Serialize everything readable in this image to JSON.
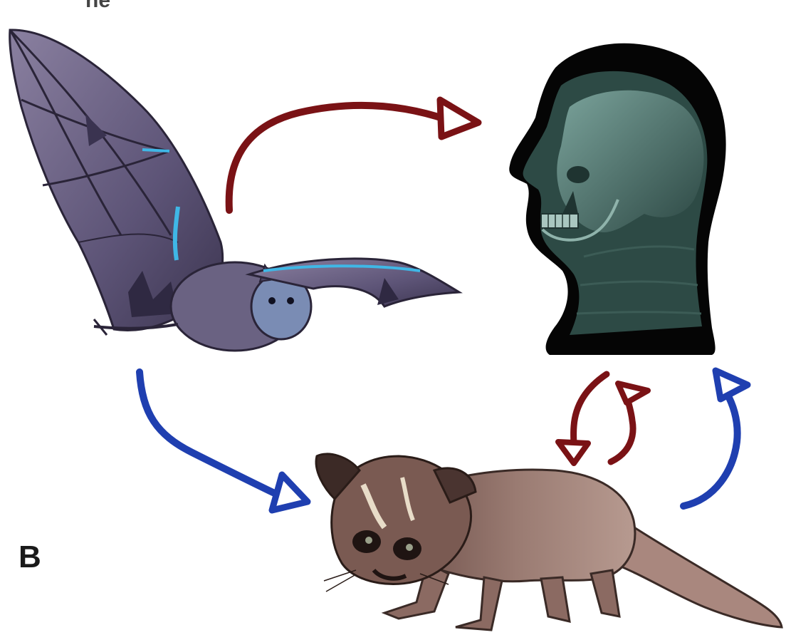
{
  "figure": {
    "panel_label": "B",
    "top_fragment_text": "ne"
  },
  "nodes": [
    {
      "id": "bat",
      "icon": "bat-icon"
    },
    {
      "id": "human",
      "icon": "human-head-skull-icon"
    },
    {
      "id": "civet",
      "icon": "civet-icon"
    }
  ],
  "edges": [
    {
      "from": "bat",
      "to": "human",
      "color": "#7a1215"
    },
    {
      "from": "bat",
      "to": "civet",
      "color": "#1f3fb0"
    },
    {
      "from": "civet",
      "to": "human",
      "color": "#1f3fb0"
    },
    {
      "from": "civet",
      "to": "human",
      "color": "#7a1215"
    },
    {
      "from": "human",
      "to": "civet",
      "color": "#7a1215"
    }
  ],
  "colors": {
    "red_arrow": "#7a1215",
    "blue_arrow": "#1f3fb0",
    "bat_body": "#6e6585",
    "bat_highlight": "#3fb7e6",
    "head_outline": "#050505",
    "head_fill": "#2f4a46",
    "civet_body": "#8b6a62"
  }
}
